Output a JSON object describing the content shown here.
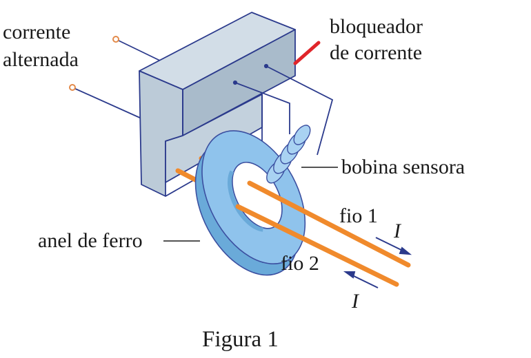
{
  "labels": {
    "corrente_alternada_1": "corrente",
    "corrente_alternada_2": "alternada",
    "bloqueador_1": "bloqueador",
    "bloqueador_2": "de corrente",
    "bobina_sensora": "bobina sensora",
    "anel_de_ferro": "anel de ferro",
    "fio_1": "fio 1",
    "fio_2": "fio 2",
    "current_top": "I",
    "current_bottom": "I"
  },
  "caption": "Figura 1",
  "colors": {
    "block_front": "#bccbd8",
    "block_top": "#d2dde7",
    "block_side": "#a9bbcb",
    "block_edge": "#2b3a8c",
    "ring_face": "#8fc3ec",
    "ring_edge": "#6aaad9",
    "ring_outline": "#3b4fa0",
    "wire": "#f08a2c",
    "leader": "#2b3a8c",
    "terminal": "#e38a4a",
    "blocker_mark": "#e0252a"
  }
}
